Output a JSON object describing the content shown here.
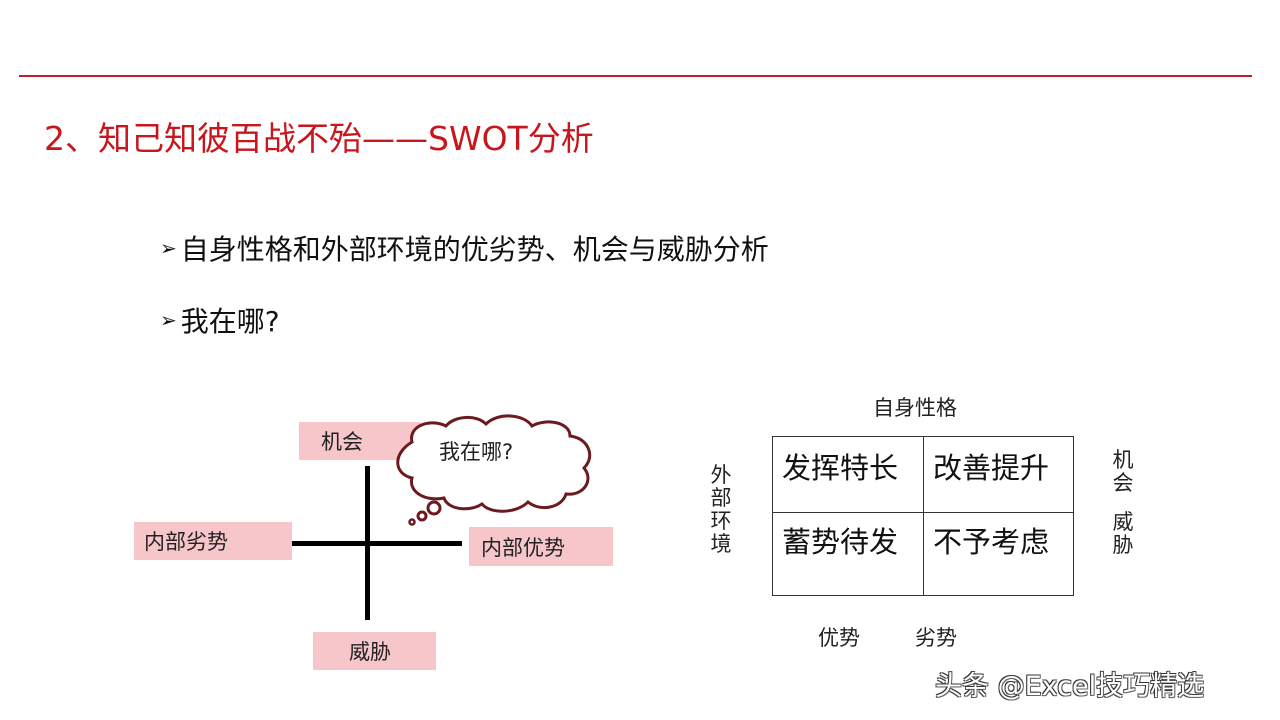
{
  "slide": {
    "title": "2、知己知彼百战不殆——SWOT分析",
    "accent_color": "#c8161d",
    "bullets": [
      {
        "marker": "➢",
        "text": "自身性格和外部环境的优劣势、机会与威胁分析"
      },
      {
        "marker": "➢",
        "text": "我在哪?"
      }
    ]
  },
  "cross_diagram": {
    "top": "机会",
    "bottom": "威胁",
    "left": "内部劣势",
    "right": "内部优势",
    "thought_bubble": "我在哪?",
    "box_color": "#f6c6cb",
    "bubble_stroke": "#6b1a1f"
  },
  "matrix": {
    "top_label": "自身性格",
    "left_label": "外部环境",
    "right_labels": [
      "机会",
      "威胁"
    ],
    "bottom_labels": [
      "优势",
      "劣势"
    ],
    "cells": [
      [
        "发挥特长",
        "改善提升"
      ],
      [
        "蓄势待发",
        "不予考虑"
      ]
    ]
  },
  "watermark": "头条 @Excel技巧精选"
}
